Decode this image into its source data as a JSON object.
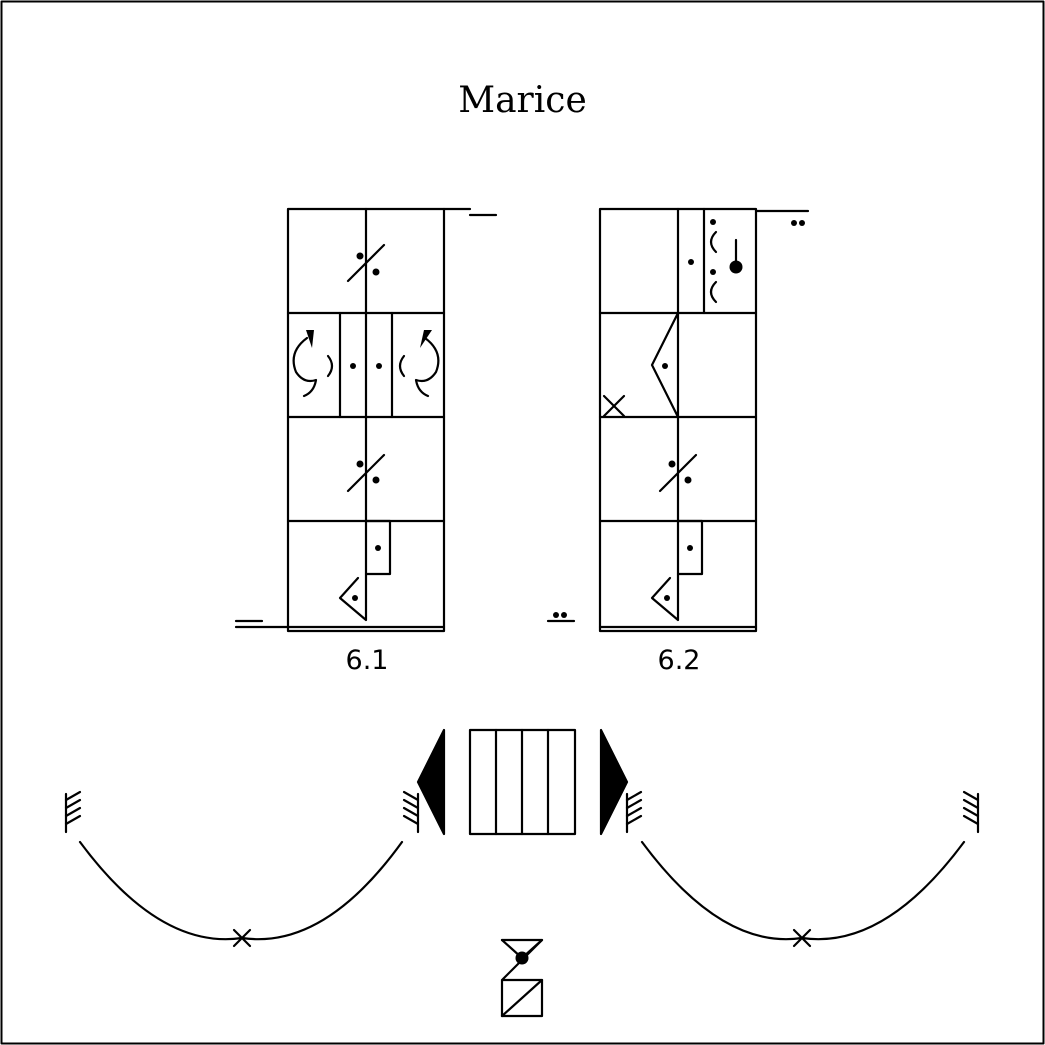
{
  "title": "Marice",
  "measures": [
    {
      "label": "6.1"
    },
    {
      "label": "6.2"
    }
  ],
  "symbols": {
    "ink_color": "#000000",
    "background_color": "#ffffff"
  }
}
